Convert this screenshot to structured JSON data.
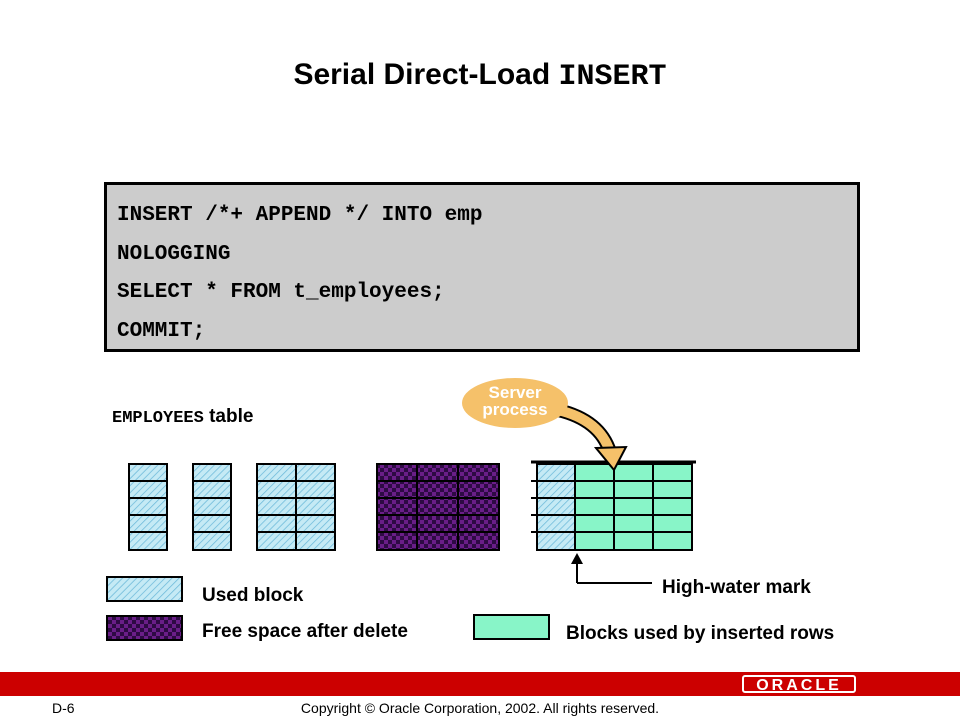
{
  "title": {
    "text": "Serial Direct-Load ",
    "mono": "INSERT"
  },
  "code": {
    "lines": [
      "INSERT /*+ APPEND */ INTO emp",
      "NOLOGGING",
      "SELECT * FROM t_employees;",
      "COMMIT;"
    ]
  },
  "table_label": {
    "mono": "EMPLOYEES",
    "text": " table"
  },
  "server_process": {
    "line1": "Server",
    "line2": "process"
  },
  "legend": {
    "used": "Used block",
    "free": "Free space after delete",
    "inserted": "Blocks used by inserted rows"
  },
  "hwm_label": "High-water mark",
  "colors": {
    "used_fill": "#c5eaf5",
    "free_fill": "#6a1e88",
    "inserted_fill": "#88f5c8",
    "bubble": "#f5c16a",
    "footer_bar": "#cc0000",
    "code_bg": "#cccccc"
  },
  "footer": {
    "page": "D-6",
    "copyright": "Copyright © Oracle Corporation, 2002. All rights reserved.",
    "logo": "ORACLE"
  }
}
